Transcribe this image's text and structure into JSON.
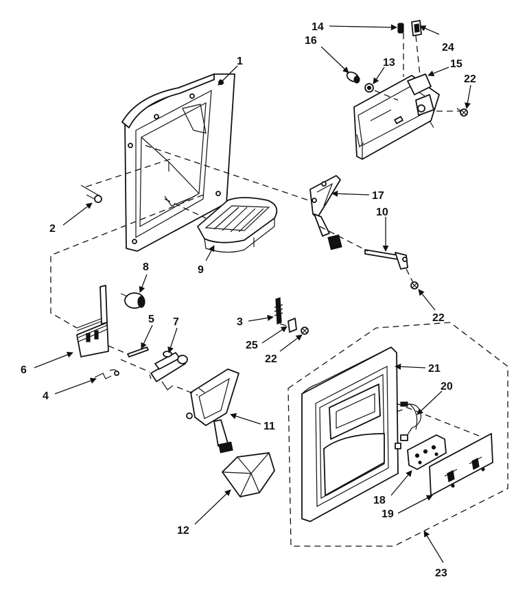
{
  "callouts": {
    "c1": "1",
    "c2": "2",
    "c3": "3",
    "c4": "4",
    "c5": "5",
    "c6": "6",
    "c7": "7",
    "c8": "8",
    "c9": "9",
    "c10": "10",
    "c11": "11",
    "c12": "12",
    "c13": "13",
    "c14": "14",
    "c15": "15",
    "c16": "16",
    "c17": "17",
    "c18": "18",
    "c19": "19",
    "c20": "20",
    "c21": "21",
    "c22a": "22",
    "c22b": "22",
    "c22c": "22",
    "c23": "23",
    "c24": "24",
    "c25": "25"
  }
}
